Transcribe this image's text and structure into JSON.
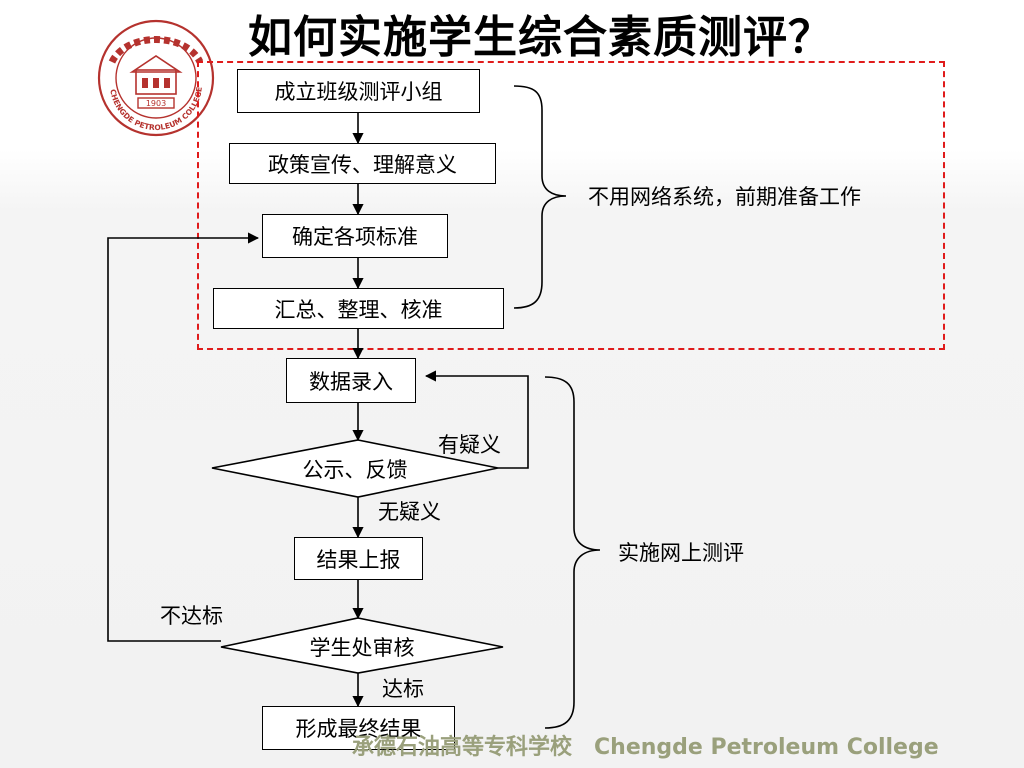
{
  "title": "如何实施学生综合素质测评？",
  "logo": {
    "year": "1903",
    "ring_text": "CHENGDE PETROLEUM COLLEGE",
    "accent_color": "#b5322e"
  },
  "steps": {
    "form_group": "成立班级测评小组",
    "policy": "政策宣传、理解意义",
    "standards": "确定各项标准",
    "summarize": "汇总、整理、核准",
    "data_entry": "数据录入",
    "publicize": "公示、反馈",
    "report": "结果上报",
    "review": "学生处审核",
    "final": "形成最终结果"
  },
  "labels": {
    "objection": "有疑义",
    "no_objection": "无疑义",
    "not_met": "不达标",
    "met": "达标"
  },
  "groups": {
    "offline": "不用网络系统，前期准备工作",
    "online": "实施网上测评"
  },
  "colors": {
    "dashed_border": "#e01b1b",
    "footer_text": "#9aa07c"
  },
  "footer": {
    "cn": "承德石油高等专科学校",
    "en": "Chengde Petroleum College"
  }
}
